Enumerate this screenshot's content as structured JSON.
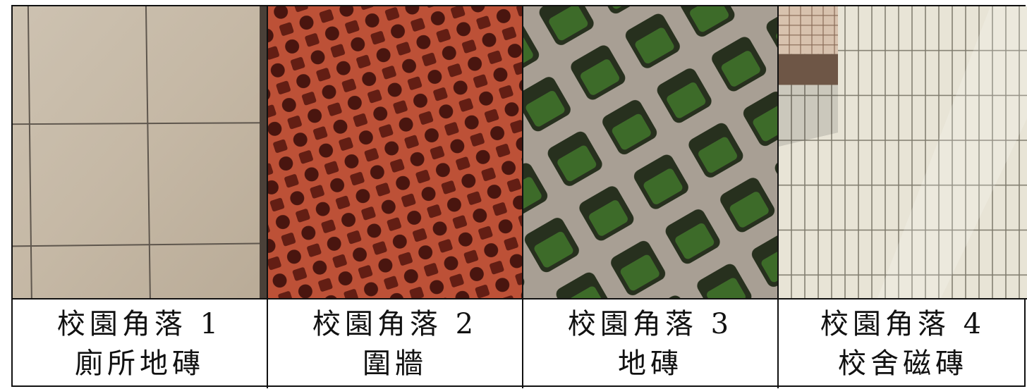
{
  "panels": [
    {
      "title": "校園角落 1",
      "subtitle": "廁所地磚",
      "image": "beige-floor-tiles"
    },
    {
      "title": "校園角落 2",
      "subtitle": "圍牆",
      "image": "red-clay-lattice-wall"
    },
    {
      "title": "校園角落 3",
      "subtitle": "地磚",
      "image": "concrete-grass-paver"
    },
    {
      "title": "校園角落 4",
      "subtitle": "校舍磁磚",
      "image": "white-building-wall-tiles"
    }
  ],
  "colors": {
    "floor_tile": "#c9bca9",
    "grout": "#6b6259",
    "clay": "#c8553a",
    "clay_hole": "#5a1a12",
    "concrete": "#a79e93",
    "grass": "#3f6b2a",
    "wall_tile": "#e9e6da",
    "border": "#111111"
  }
}
